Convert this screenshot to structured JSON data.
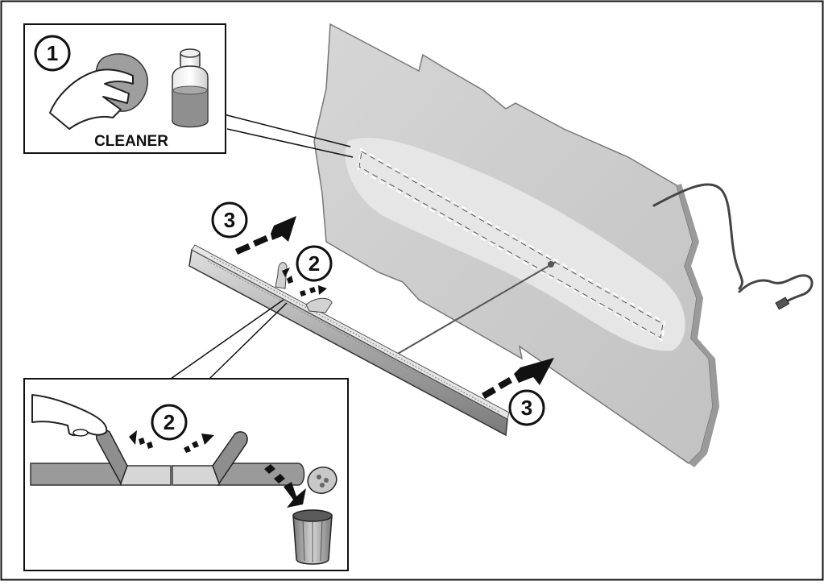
{
  "steps": {
    "step1": {
      "number": "1",
      "label": "CLEANER"
    },
    "step2": {
      "number": "2"
    },
    "step3": {
      "number": "3"
    }
  },
  "colors": {
    "wall": "#cdcdcd",
    "wall_edge": "#8a8a8a",
    "bar": "#b8b8b8",
    "arrow": "#111111",
    "outline": "#111111",
    "liquid": "#8f8f8f"
  },
  "icons": [
    "hand-wiping-icon",
    "cleaner-bottle-icon",
    "trash-can-icon",
    "hand-peeling-icon"
  ]
}
